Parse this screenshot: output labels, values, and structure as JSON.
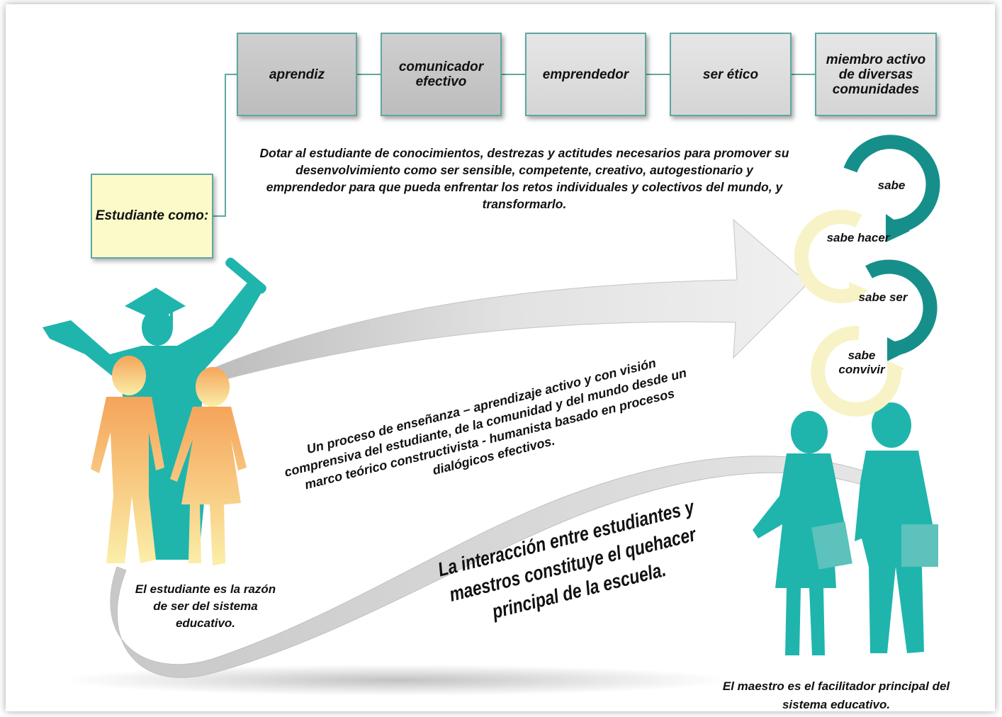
{
  "attributes": [
    "aprendiz",
    "comunicador efectivo",
    "emprendedor",
    "ser ético",
    "miembro activo de diversas comunidades"
  ],
  "student_box": "Estudiante como:",
  "purpose_text": "Dotar al estudiante de conocimientos, destrezas y actitudes necesarios para promover su desenvolvimiento como ser sensible, competente, creativo, autogestionario y emprendedor para que pueda enfrentar los retos individuales y colectivos del mundo, y transformarlo.",
  "process_text": "Un proceso de enseñanza – aprendizaje activo y con visión comprensiva del estudiante, de la comunidad y del mundo desde un marco teórico constructivista - humanista basado en procesos dialógicos efectivos.",
  "interaction_text": "La interacción entre estudiantes y maestros constituye el quehacer principal de la escuela.",
  "student_caption": "El estudiante es la razón de ser del sistema educativo.",
  "teacher_caption": "El maestro es el facilitador principal del sistema educativo.",
  "cycle": [
    "sabe",
    "sabe hacer",
    "sabe ser",
    "sabe convivir"
  ],
  "colors": {
    "teal": "#1fb5ad",
    "teal_dark": "#0e8a86",
    "orange": "#f4a85f",
    "yellow_light": "#fbfbc9",
    "arrow_gray": "#d4d4d4",
    "border": "#5fa8a1"
  }
}
